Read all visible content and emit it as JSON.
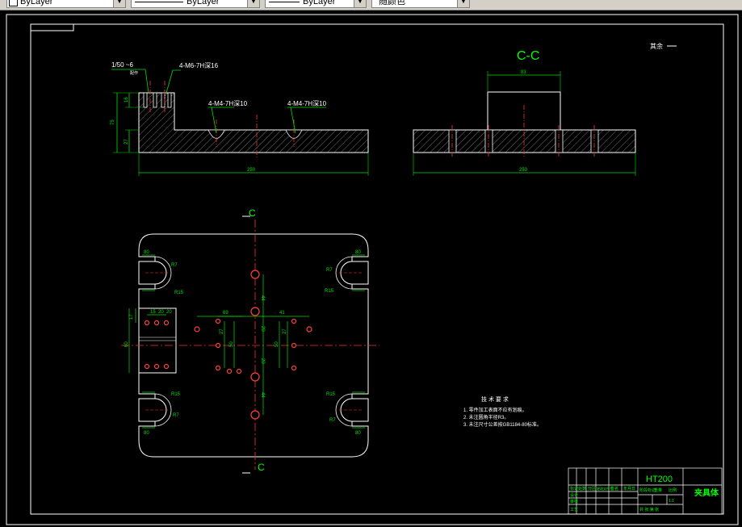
{
  "toolbar": {
    "layer_combo": "ByLayer",
    "linetype_combo": "ByLayer",
    "lineweight_combo": "ByLayer",
    "color_combo": "随颜色"
  },
  "section": {
    "label_cc": "C-C",
    "cut_top": "C",
    "cut_bottom": "C"
  },
  "roughness": "其余",
  "front_view": {
    "callout_taper": "1/50 ~6",
    "callout_taper_sub": "配作",
    "callout_holes_top": "4-M6-7H深16",
    "callout_left": "4-M4-7H深10",
    "callout_right": "4-M4-7H深10",
    "dim_height_total": "75",
    "dim_height_upper": "16",
    "dim_height_lower": "27",
    "dim_length": "250"
  },
  "section_view": {
    "dim_top": "83",
    "dim_length": "250"
  },
  "plan_view": {
    "dim_80_tl": "80",
    "dim_80_bl": "80",
    "dim_80_tr": "80",
    "dim_80_br": "80",
    "r7_tl": "R7",
    "r15_tl": "R15",
    "r7_tr": "R7",
    "r15_tr": "R15",
    "r15_bl": "R15",
    "r7_bl": "R7",
    "r15_br": "R15",
    "r7_br": "R7",
    "dim_17": "17",
    "dim_15": "15",
    "dim_20a": "20",
    "dim_20b": "20",
    "dim_60": "60",
    "dim_69": "69",
    "dim_41": "41",
    "dim_44a": "44",
    "dim_44b": "44",
    "dim_20c": "20",
    "dim_20d": "20",
    "dim_27l": "27",
    "dim_27r": "27",
    "dim_50l": "50",
    "dim_50r": "50"
  },
  "notes": {
    "heading": "技 术 要 求",
    "line1": "1. 零件加工表面不应有划痕。",
    "line2": "2. 未注圆角半径R3。",
    "line3": "3. 未注尺寸公差按GB1184-80标准。"
  },
  "title_block": {
    "material": "HT200",
    "part_name": "夹具体",
    "scale": "1:1",
    "r1": "标记",
    "r2": "设计",
    "r3": "审核",
    "r4": "工艺",
    "c1": "处数",
    "c2": "分区",
    "c3": "更改文件号",
    "c4": "签名",
    "c5": "年月日",
    "stage": "阶段标记",
    "weight": "重量",
    "ratio": "比例",
    "sheet": "共 张 第 张"
  },
  "colors": {
    "frame": "#ffffff",
    "dim": "#00e000",
    "center": "#ff3030",
    "label": "#00ff00",
    "hatch": "#cccccc"
  }
}
